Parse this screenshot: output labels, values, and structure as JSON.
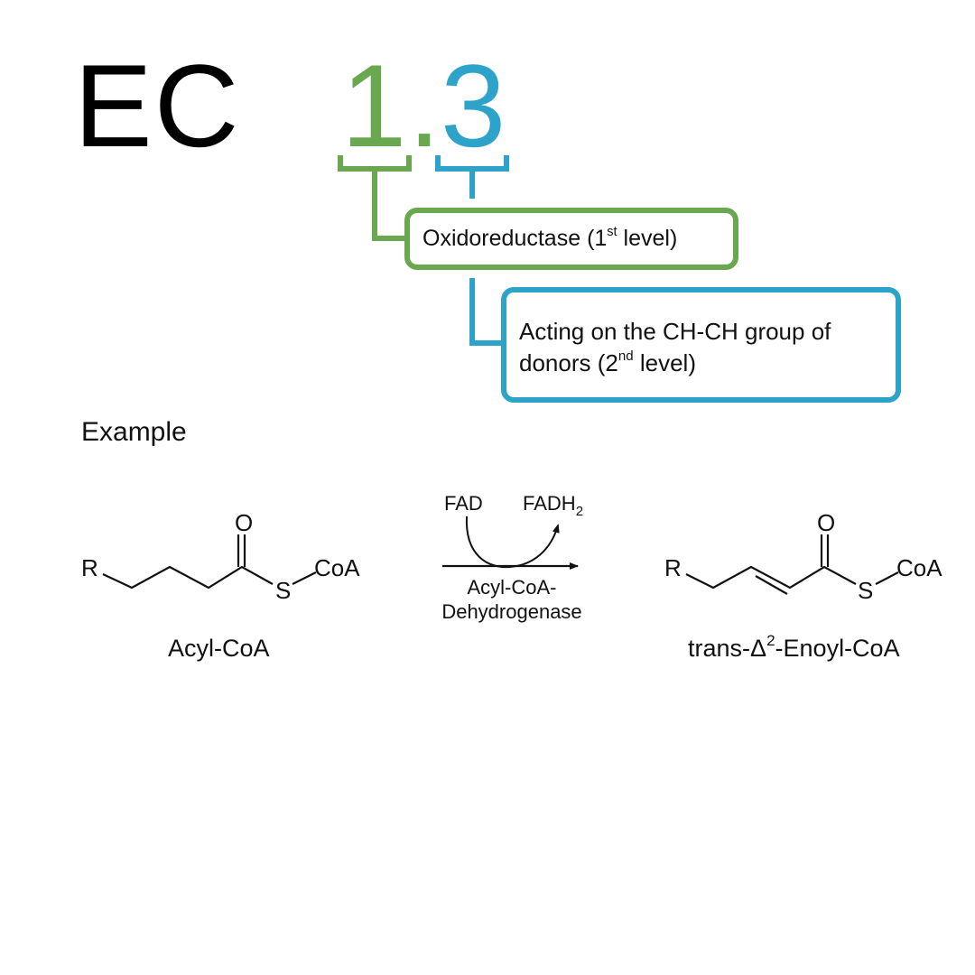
{
  "header": {
    "ec_prefix": "EC",
    "class_number": "1",
    "dot": ".",
    "subclass_number": "3"
  },
  "levels": {
    "level1": {
      "name": "Oxidoreductase",
      "open": "(1",
      "sup": "st",
      "close": " level)"
    },
    "level2": {
      "line1": "Acting on the CH-CH group of",
      "line2_pre": "donors (2",
      "sup": "nd",
      "line2_post": " level)"
    }
  },
  "example": {
    "label": "Example",
    "substrate": {
      "name": "Acyl-CoA",
      "R": "R",
      "O": "O",
      "S": "S",
      "CoA": "CoA"
    },
    "product": {
      "name_pre": "trans-Δ",
      "name_sup": "2",
      "name_post": "-Enoyl-CoA",
      "R": "R",
      "O": "O",
      "S": "S",
      "CoA": "CoA"
    },
    "reaction": {
      "cofactor_in": "FAD",
      "cofactor_out_main": "FADH",
      "cofactor_out_sub": "2",
      "enzyme_line1": "Acyl-CoA-",
      "enzyme_line2": "Dehydrogenase"
    }
  },
  "colors": {
    "class": "#6aa84f",
    "subclass": "#2ea3c9",
    "text": "#111111"
  }
}
